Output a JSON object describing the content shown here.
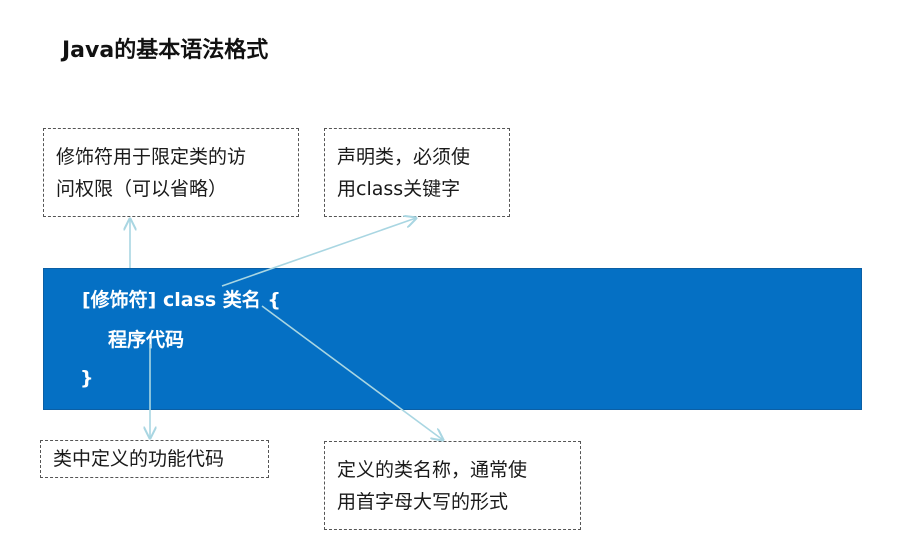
{
  "title": "Java的基本语法格式",
  "notes": {
    "modifier": [
      "修饰符用于限定类的访",
      "问权限（可以省略）"
    ],
    "class_kw": [
      "声明类，必须使",
      "用class关键字"
    ],
    "body": [
      "类中定义的功能代码"
    ],
    "classname": [
      "定义的类名称，通常使",
      "用首字母大写的形式"
    ]
  },
  "code": {
    "line1": "[修饰符] class 类名 {",
    "line2": "程序代码",
    "line3": "}"
  },
  "colors": {
    "code_bg": "#0570c4",
    "arrow": "#a9d6e2"
  }
}
